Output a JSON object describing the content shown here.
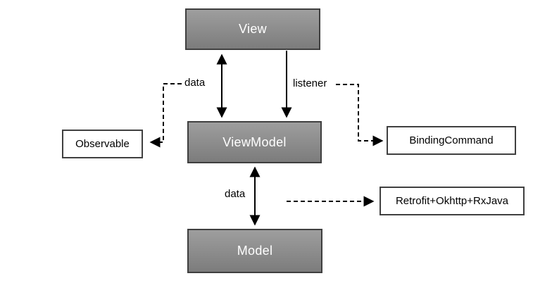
{
  "diagram": {
    "type": "architecture-flowchart",
    "subject": "MVVM data binding architecture",
    "nodes": {
      "view": {
        "label": "View",
        "style": "gray-gradient"
      },
      "viewmodel": {
        "label": "ViewModel",
        "style": "gray-gradient"
      },
      "model": {
        "label": "Model",
        "style": "gray-gradient"
      },
      "observable": {
        "label": "Observable",
        "style": "white-outline"
      },
      "binding_command": {
        "label": "BindingCommand",
        "style": "white-outline"
      },
      "retrofit": {
        "label": "Retrofit+Okhttp+RxJava",
        "style": "white-outline"
      }
    },
    "edges": [
      {
        "from": "view",
        "to": "viewmodel",
        "label": "data",
        "line": "solid",
        "heads": "both"
      },
      {
        "from": "view",
        "to": "viewmodel",
        "label": "listener",
        "line": "solid",
        "heads": "end"
      },
      {
        "from": "viewmodel",
        "to": "model",
        "label": "data",
        "line": "solid",
        "heads": "both"
      },
      {
        "from": "data-label",
        "to": "observable",
        "label": "",
        "line": "dashed",
        "heads": "end"
      },
      {
        "from": "listener-label",
        "to": "binding_command",
        "label": "",
        "line": "dashed",
        "heads": "end"
      },
      {
        "from": "viewmodel",
        "to": "retrofit",
        "label": "",
        "line": "dashed",
        "heads": "end"
      }
    ],
    "edge_labels": {
      "data_top": "data",
      "listener": "listener",
      "data_mid": "data"
    },
    "colors": {
      "background": "#ffffff",
      "node_fill_top": "#9e9e9e",
      "node_fill_bottom": "#7c7c7c",
      "node_border": "#3f3f3f",
      "node_text": "#ffffff",
      "plain_box_fill": "#ffffff",
      "plain_box_border": "#404040",
      "text": "#000000",
      "arrow": "#000000"
    }
  }
}
